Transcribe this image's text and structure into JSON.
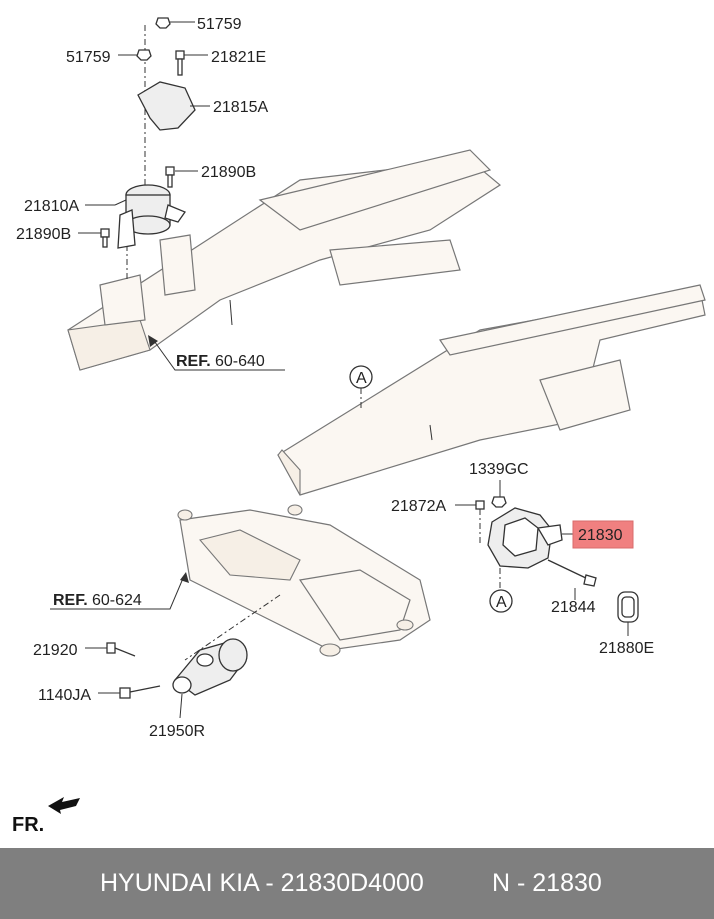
{
  "labels": {
    "p51759_top": "51759",
    "p51759_left": "51759",
    "p21821E": "21821E",
    "p21815A": "21815A",
    "p21890B_right": "21890B",
    "p21810A": "21810A",
    "p21890B_left": "21890B",
    "p1339GC": "1339GC",
    "p21872A": "21872A",
    "p21830": "21830",
    "p21844": "21844",
    "p21880E": "21880E",
    "p21920": "21920",
    "p1140JA": "1140JA",
    "p21950R": "21950R",
    "callout_a_upper": "A",
    "callout_a_lower": "A"
  },
  "refs": [
    {
      "prefix": "REF.",
      "number": "60-640"
    },
    {
      "prefix": "REF.",
      "number": "60-624"
    }
  ],
  "direction": {
    "label": "FR."
  },
  "footer": {
    "brand": "HYUNDAI  KIA - 21830D4000",
    "part_number": "N - 21830"
  },
  "colors": {
    "highlight_fill": "#f08080",
    "highlight_border": "#d96b6b",
    "footer_bg": "#7f7f7f",
    "footer_text": "#ffffff"
  }
}
